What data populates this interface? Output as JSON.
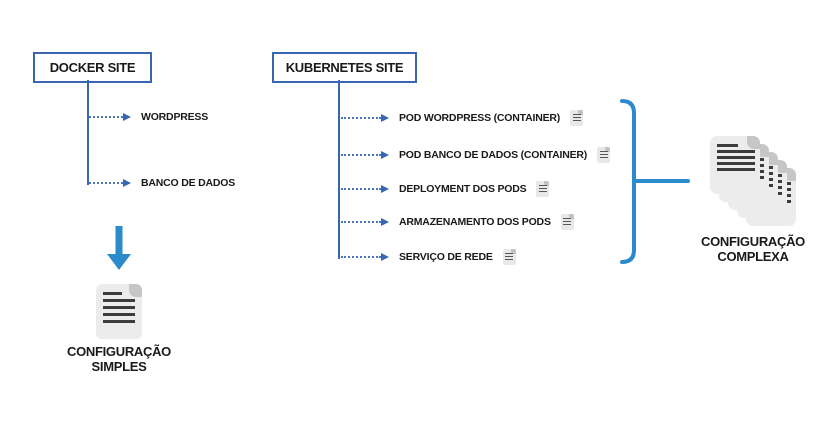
{
  "diagram": {
    "docker": {
      "title": "DOCKER SITE",
      "items": [
        {
          "label": "WORDPRESS"
        },
        {
          "label": "BANCO DE DADOS"
        }
      ],
      "result": {
        "line1": "CONFIGURAÇÃO",
        "line2": "SIMPLES"
      }
    },
    "kubernetes": {
      "title": "KUBERNETES SITE",
      "items": [
        {
          "label": "POD WORDPRESS (CONTAINER)",
          "icon": "document-icon"
        },
        {
          "label": "POD BANCO DE DADOS (CONTAINER)",
          "icon": "document-icon"
        },
        {
          "label": "DEPLOYMENT DOS PODS",
          "icon": "document-icon"
        },
        {
          "label": "ARMAZENAMENTO DOS PODS",
          "icon": "document-icon"
        },
        {
          "label": "SERVIÇO DE REDE",
          "icon": "document-icon"
        }
      ],
      "result": {
        "line1": "CONFIGURAÇÃO",
        "line2": "COMPLEXA"
      }
    },
    "icons": {
      "docker_result": "single-document-icon",
      "kubernetes_result": "document-stack-icon",
      "docker_flow": "arrow-down-icon",
      "kubernetes_group": "brace-icon",
      "tree_connector": "dotted-arrow-right-icon"
    },
    "colors": {
      "tree_blue": "#3966B1",
      "accent_blue": "#2B8ACB",
      "text": "#1A1A1A",
      "document_fill": "#ECECEC",
      "document_fold": "#C6C6C6",
      "document_line": "#3C3C3C"
    }
  }
}
